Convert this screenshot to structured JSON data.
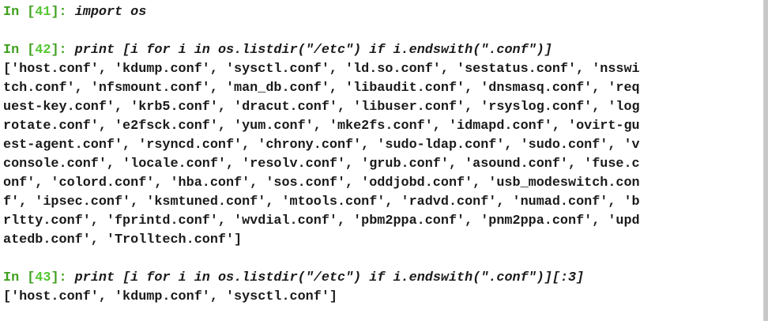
{
  "cells": [
    {
      "prompt_prefix": "In [",
      "prompt_num": "41",
      "prompt_suffix": "]: ",
      "code": "import os",
      "output": []
    },
    {
      "prompt_prefix": "In [",
      "prompt_num": "42",
      "prompt_suffix": "]: ",
      "code": "print [i for i in os.listdir(\"/etc\") if i.endswith(\".conf\")]",
      "output": [
        "['host.conf', 'kdump.conf', 'sysctl.conf', 'ld.so.conf', 'sestatus.conf', 'nsswi",
        "tch.conf', 'nfsmount.conf', 'man_db.conf', 'libaudit.conf', 'dnsmasq.conf', 'req",
        "uest-key.conf', 'krb5.conf', 'dracut.conf', 'libuser.conf', 'rsyslog.conf', 'log",
        "rotate.conf', 'e2fsck.conf', 'yum.conf', 'mke2fs.conf', 'idmapd.conf', 'ovirt-gu",
        "est-agent.conf', 'rsyncd.conf', 'chrony.conf', 'sudo-ldap.conf', 'sudo.conf', 'v",
        "console.conf', 'locale.conf', 'resolv.conf', 'grub.conf', 'asound.conf', 'fuse.c",
        "onf', 'colord.conf', 'hba.conf', 'sos.conf', 'oddjobd.conf', 'usb_modeswitch.con",
        "f', 'ipsec.conf', 'ksmtuned.conf', 'mtools.conf', 'radvd.conf', 'numad.conf', 'b",
        "rltty.conf', 'fprintd.conf', 'wvdial.conf', 'pbm2ppa.conf', 'pnm2ppa.conf', 'upd",
        "atedb.conf', 'Trolltech.conf']"
      ]
    },
    {
      "prompt_prefix": "In [",
      "prompt_num": "43",
      "prompt_suffix": "]: ",
      "code": "print [i for i in os.listdir(\"/etc\") if i.endswith(\".conf\")][:3]",
      "output": [
        "['host.conf', 'kdump.conf', 'sysctl.conf']"
      ]
    }
  ],
  "colors": {
    "prompt": "#3f9f1f",
    "prompt_number": "#55c733",
    "text": "#1a1a1a",
    "background": "#ffffff"
  }
}
